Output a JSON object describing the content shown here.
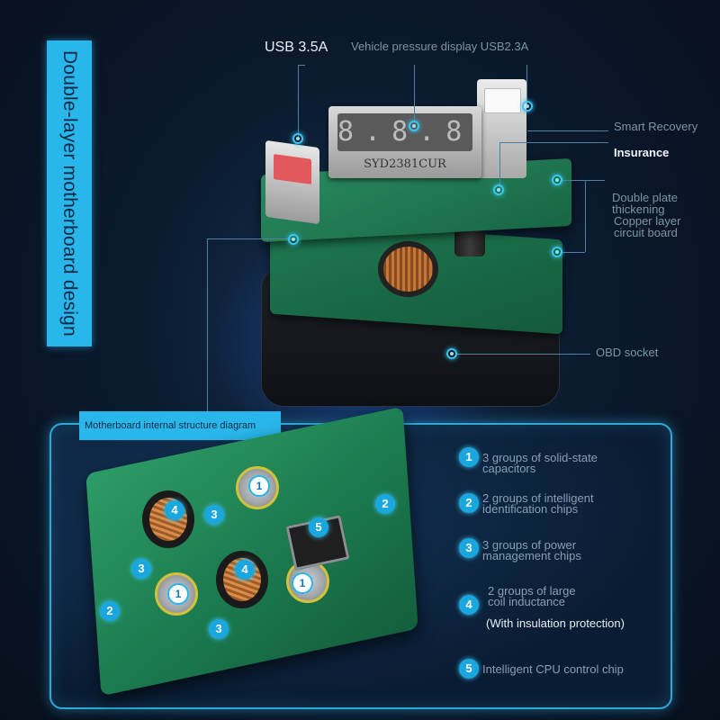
{
  "banner": {
    "text": "Double-layer motherboard design"
  },
  "labels": {
    "usb_35": "USB 3.5A",
    "vehicle_pressure": "Vehicle pressure display USB2.3A",
    "smart_recovery": "Smart Recovery",
    "insurance": "Insurance",
    "double_plate_1": "Double plate",
    "double_plate_2": "thickening",
    "copper_1": "Copper layer",
    "copper_2": "circuit board",
    "obd": "OBD socket"
  },
  "device": {
    "display_digits": "8.8.8",
    "display_brand": "SYD2381CUR"
  },
  "panel": {
    "tag": "Motherboard internal structure diagram",
    "features": [
      {
        "num": "1",
        "line1": "3 groups of solid-state",
        "line2": "capacitors"
      },
      {
        "num": "2",
        "line1": "2 groups of intelligent",
        "line2": "identification chips"
      },
      {
        "num": "3",
        "line1": "3 groups of power",
        "line2": "management chips"
      },
      {
        "num": "4",
        "line1": "2 groups of large",
        "line2": "coil inductance",
        "line3": "(With insulation protection)"
      },
      {
        "num": "5",
        "line1": "Intelligent CPU control chip"
      }
    ]
  },
  "board_badges": [
    "1",
    "2",
    "3",
    "4",
    "5"
  ]
}
